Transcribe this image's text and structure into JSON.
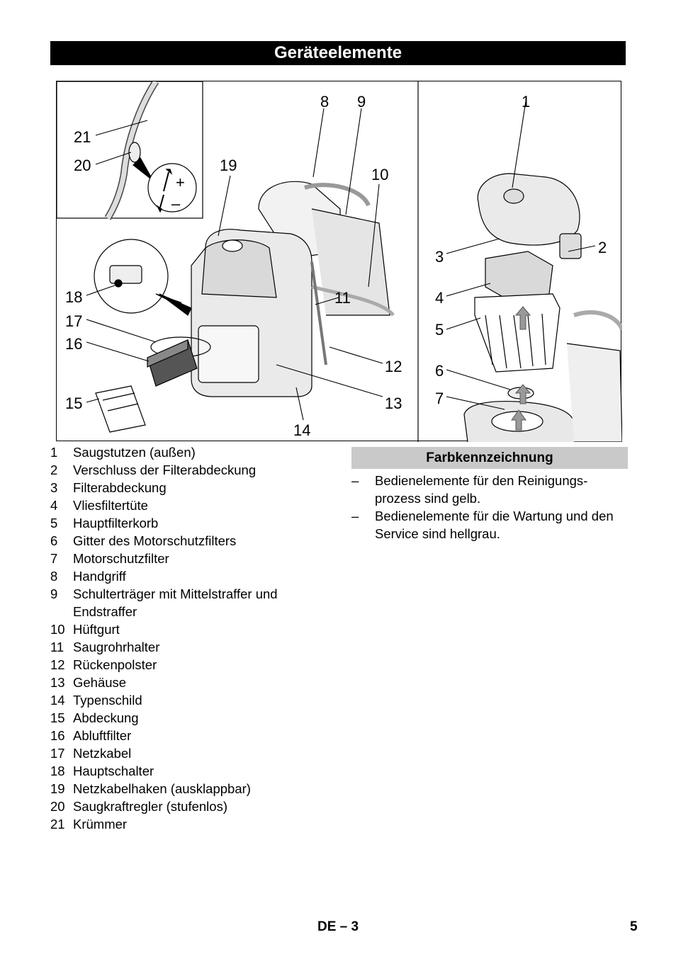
{
  "header": {
    "title": "Geräteelemente"
  },
  "figure": {
    "callouts": [
      {
        "id": "c21",
        "label": "21"
      },
      {
        "id": "c20",
        "label": "20"
      },
      {
        "id": "c19",
        "label": "19"
      },
      {
        "id": "c8",
        "label": "8"
      },
      {
        "id": "c9",
        "label": "9"
      },
      {
        "id": "c10",
        "label": "10"
      },
      {
        "id": "c18",
        "label": "18"
      },
      {
        "id": "c17",
        "label": "17"
      },
      {
        "id": "c16",
        "label": "16"
      },
      {
        "id": "c11",
        "label": "11"
      },
      {
        "id": "c12",
        "label": "12"
      },
      {
        "id": "c13",
        "label": "13"
      },
      {
        "id": "c15",
        "label": "15"
      },
      {
        "id": "c14",
        "label": "14"
      },
      {
        "id": "c1",
        "label": "1"
      },
      {
        "id": "c2",
        "label": "2"
      },
      {
        "id": "c3",
        "label": "3"
      },
      {
        "id": "c4",
        "label": "4"
      },
      {
        "id": "c5",
        "label": "5"
      },
      {
        "id": "c6",
        "label": "6"
      },
      {
        "id": "c7",
        "label": "7"
      }
    ],
    "symbols": {
      "plus": "+",
      "minus": "–"
    }
  },
  "parts": [
    {
      "num": "1",
      "label": "Saugstutzen (außen)"
    },
    {
      "num": "2",
      "label": "Verschluss der Filterabdeckung"
    },
    {
      "num": "3",
      "label": "Filterabdeckung"
    },
    {
      "num": "4",
      "label": "Vliesfiltertüte"
    },
    {
      "num": "5",
      "label": "Hauptfilterkorb"
    },
    {
      "num": "6",
      "label": "Gitter des Motorschutzfilters"
    },
    {
      "num": "7",
      "label": "Motorschutzfilter"
    },
    {
      "num": "8",
      "label": "Handgriff"
    },
    {
      "num": "9",
      "label": "Schulterträger mit Mittelstraffer und Endstraffer"
    },
    {
      "num": "10",
      "label": "Hüftgurt"
    },
    {
      "num": "11",
      "label": "Saugrohrhalter"
    },
    {
      "num": "12",
      "label": "Rückenpolster"
    },
    {
      "num": "13",
      "label": "Gehäuse"
    },
    {
      "num": "14",
      "label": "Typenschild"
    },
    {
      "num": "15",
      "label": "Abdeckung"
    },
    {
      "num": "16",
      "label": "Abluftfilter"
    },
    {
      "num": "17",
      "label": "Netzkabel"
    },
    {
      "num": "18",
      "label": "Hauptschalter"
    },
    {
      "num": "19",
      "label": "Netzkabelhaken (ausklappbar)"
    },
    {
      "num": "20",
      "label": "Saugkraftregler (stufenlos)"
    },
    {
      "num": "21",
      "label": "Krümmer"
    }
  ],
  "color_coding": {
    "heading": "Farbkennzeichnung",
    "bullet": "–",
    "notes": [
      "Bedienelemente für den Reinigungs-prozess sind gelb.",
      "Bedienelemente für die Wartung und den Service sind hellgrau."
    ]
  },
  "footer": {
    "section": "DE – 3",
    "page": "5"
  }
}
